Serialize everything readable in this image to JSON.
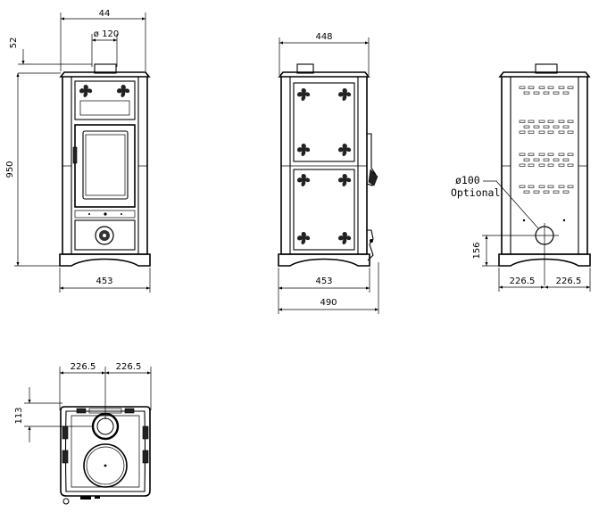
{
  "front_view": {
    "dim_top": "44",
    "dim_flue": "ø 120",
    "dim_flue_height": "52",
    "dim_height": "950",
    "dim_width": "453"
  },
  "side_view": {
    "dim_top_width": "448",
    "dim_base_width": "453",
    "dim_total_depth": "490"
  },
  "rear_view": {
    "outlet_label": "ø100",
    "optional_label": "Optional",
    "dim_outlet_height": "156",
    "dim_half_left": "226.5",
    "dim_half_right": "226.5"
  },
  "top_view": {
    "dim_half_left": "226.5",
    "dim_half_right": "226.5",
    "dim_flue_offset": "113"
  }
}
